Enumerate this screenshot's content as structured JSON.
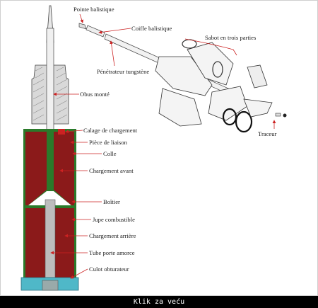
{
  "labels": {
    "pointe_balistique": "Pointe balistique",
    "coiffe_balistique": "Coiffe balistique",
    "sabot": "Sabot en trois parties",
    "penetrateur": "Pénétrateur tungstène",
    "obus_monte": "Obus monté",
    "calage": "Calage de chargement",
    "piece_liaison": "Pièce de liaison",
    "colle": "Colle",
    "chargement_avant": "Chargement avant",
    "traceur": "Traceur",
    "boitier": "Boîtier",
    "jupe": "Jupe combustible",
    "chargement_arriere": "Chargement arrière",
    "tube": "Tube porte amorce",
    "culot": "Culot obturateur"
  },
  "caption": "Klik za veću",
  "colors": {
    "arrow": "#cc2222",
    "charge": "#8b1a1a",
    "case_edge": "#3a8a3a",
    "base": "#4fb8c8"
  }
}
